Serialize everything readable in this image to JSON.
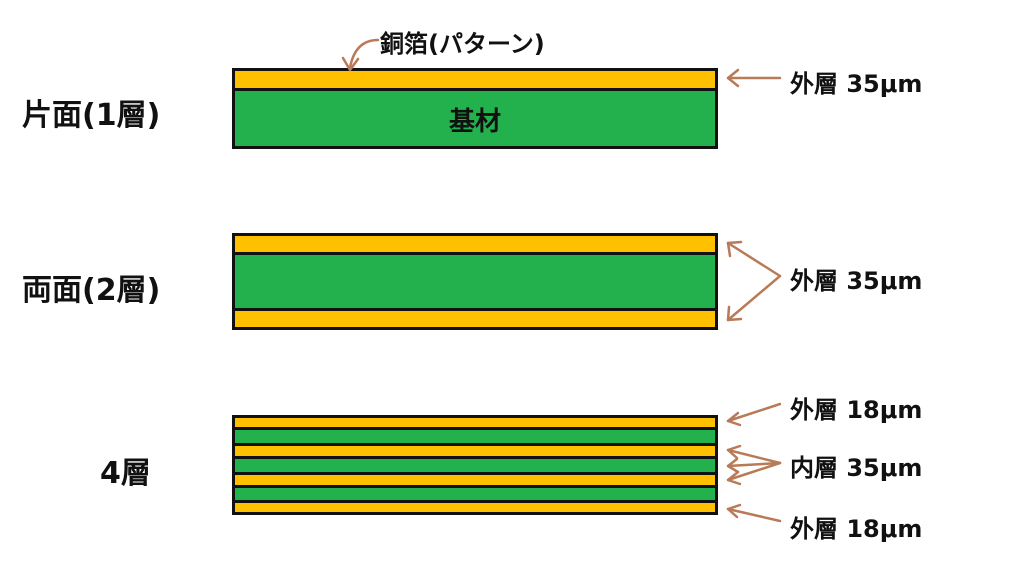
{
  "colors": {
    "copper": "#ffc000",
    "substrate": "#22b14c",
    "arrow": "#b97a57",
    "outline": "#111111"
  },
  "single_sided": {
    "title": "片面(1層)",
    "copper_label": "銅箔(パターン)",
    "substrate_label": "基材",
    "outer_label": "外層 35μm"
  },
  "double_sided": {
    "title": "両面(2層)",
    "outer_label": "外層 35μm"
  },
  "four_layer": {
    "title": "4層",
    "outer_top_label": "外層 18μm",
    "inner_label": "内層 35μm",
    "outer_bottom_label": "外層 18μm"
  }
}
